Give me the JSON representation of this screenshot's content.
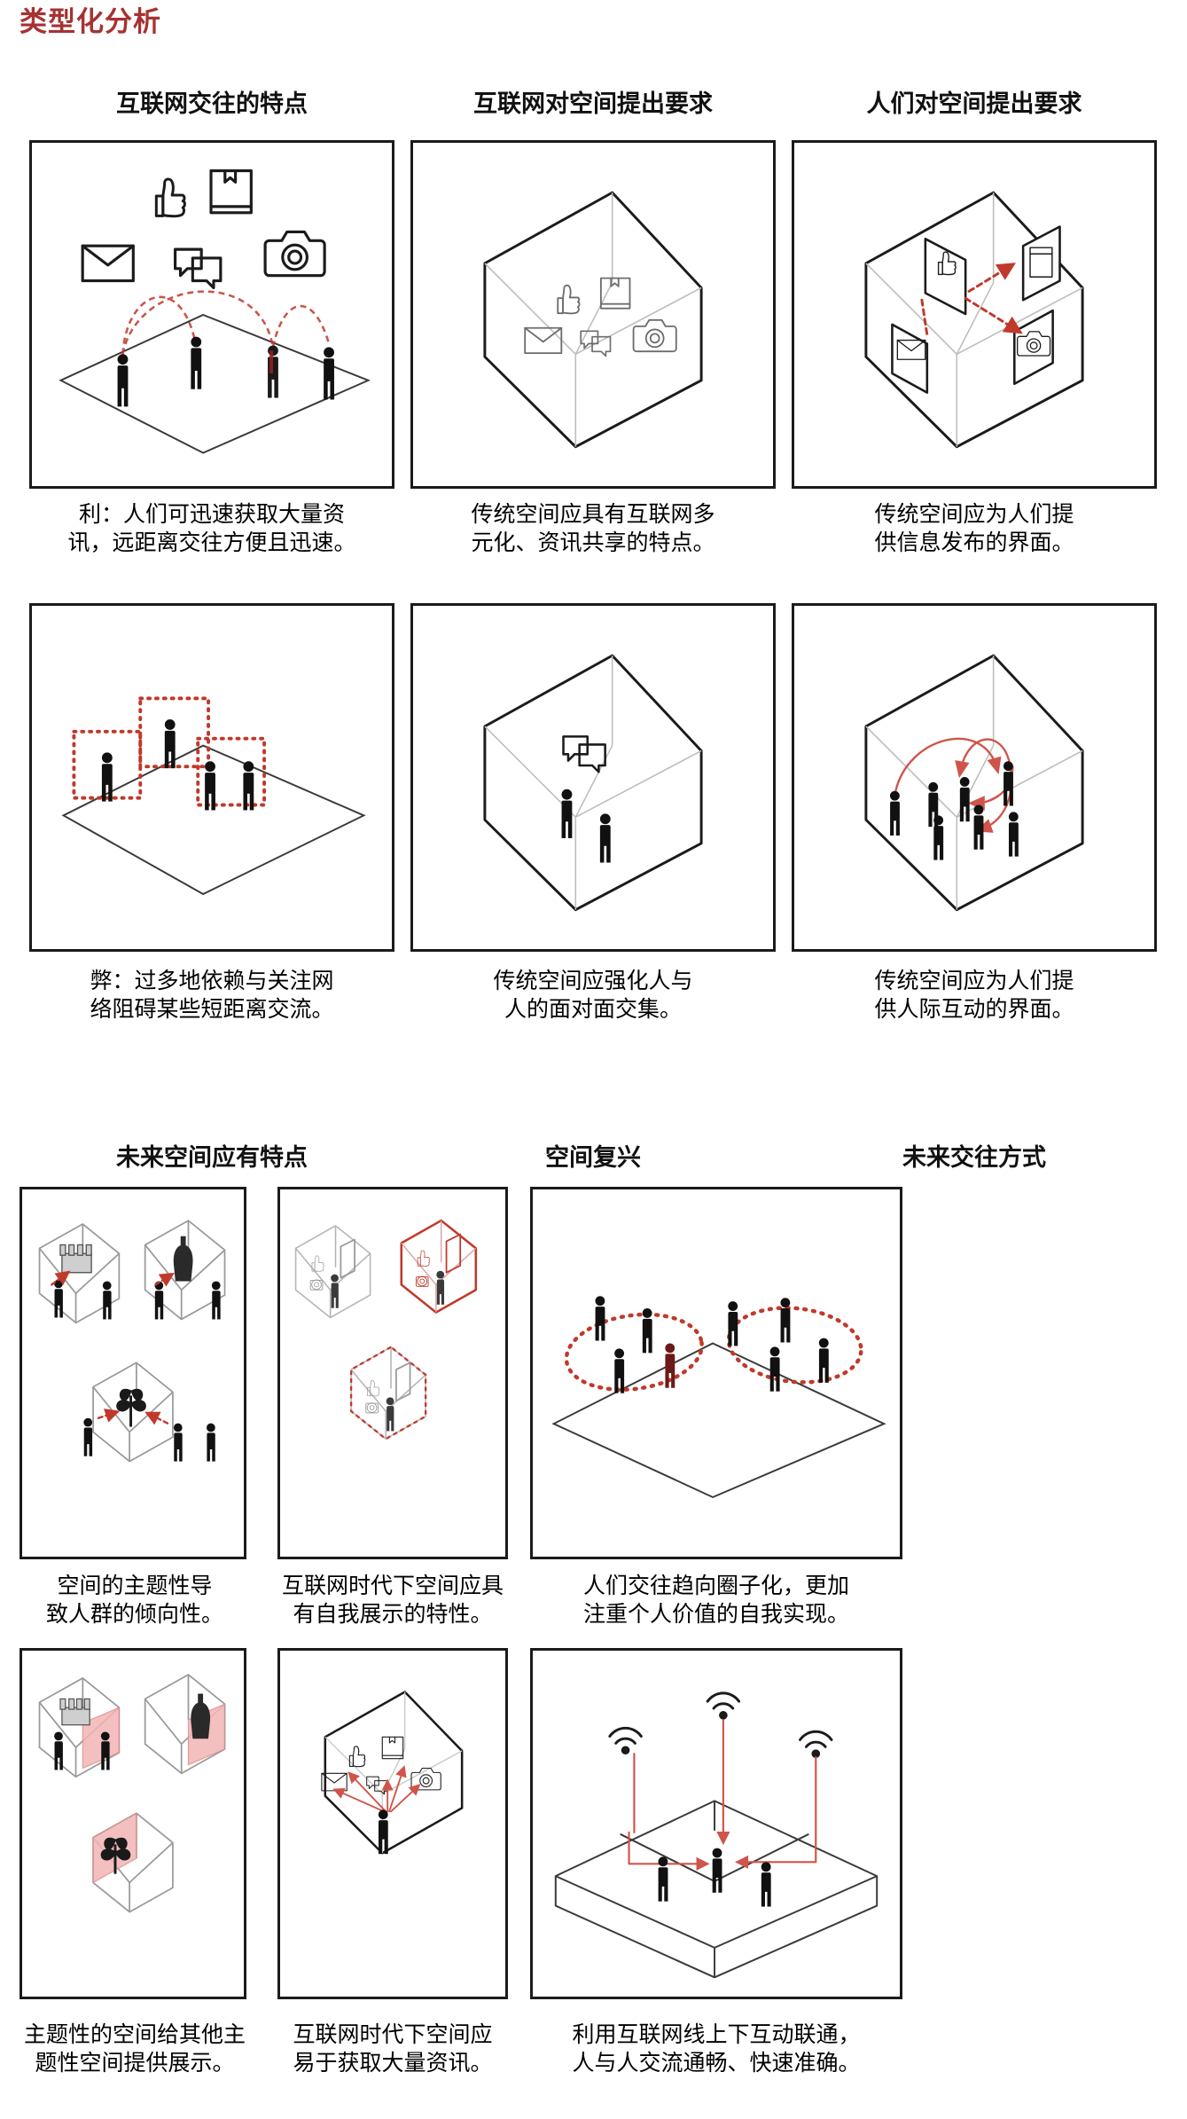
{
  "title": "类型化分析",
  "accent_color": "#a63232",
  "line_color": "#1b1b1b",
  "red_color": "#d94f4f",
  "columns": [
    {
      "header_top": "互联网交往的特点"
    },
    {
      "header_top": "互联网对空间提出要求"
    },
    {
      "header_top": "人们对空间提出要求"
    }
  ],
  "columns_lower": [
    {
      "header": "未来空间应有特点"
    },
    {
      "header": "空间复兴"
    },
    {
      "header": "未来交往方式"
    }
  ],
  "panels": [
    {
      "id": "p11",
      "diagram": "plane-people-icons-arcs",
      "icons": [
        "thumbs-up-icon",
        "book-icon",
        "envelope-icon",
        "chat-bubble-icon",
        "camera-icon"
      ],
      "caption": [
        "利：人们可迅速获取大量资",
        "讯，远距离交往方便且迅速。"
      ]
    },
    {
      "id": "p12",
      "diagram": "cube-icons",
      "icons": [
        "thumbs-up-icon",
        "book-icon",
        "envelope-icon",
        "chat-bubble-icon",
        "camera-icon"
      ],
      "caption": [
        "传统空间应具有互联网多",
        "元化、资讯共享的特点。"
      ]
    },
    {
      "id": "p13",
      "diagram": "cube-panels-arrows",
      "icons": [
        "thumbs-up-icon",
        "window-icon",
        "envelope-icon",
        "camera-icon"
      ],
      "caption": [
        "传统空间应为人们提",
        "供信息发布的界面。"
      ]
    },
    {
      "id": "p21",
      "diagram": "plane-people-dotted-boxes",
      "icons": [],
      "caption": [
        "弊：过多地依赖与关注网",
        "络阻碍某些短距离交流。"
      ]
    },
    {
      "id": "p22",
      "diagram": "cube-two-people-chat",
      "icons": [
        "chat-bubble-icon"
      ],
      "caption": [
        "传统空间应强化人与",
        "人的面对面交集。"
      ]
    },
    {
      "id": "p23",
      "diagram": "cube-people-red-arcs",
      "icons": [],
      "caption": [
        "传统空间应为人们提",
        "供人际互动的界面。"
      ]
    },
    {
      "id": "p31",
      "diagram": "three-cubes-themes",
      "icons": [
        "castle-icon",
        "mannequin-icon",
        "plant-icon"
      ],
      "caption": [
        "空间的主题性导",
        "致人群的倾向性。"
      ]
    },
    {
      "id": "p32",
      "diagram": "three-cubes-display-panels",
      "icons": [
        "thumbs-up-icon",
        "window-icon",
        "camera-icon"
      ],
      "caption": [
        "互联网时代下空间应具",
        "有自我展示的特性。"
      ]
    },
    {
      "id": "p33",
      "diagram": "plane-people-circles",
      "icons": [],
      "caption": [
        "人们交往趋向圈子化，更加",
        "注重个人价值的自我实现。"
      ]
    },
    {
      "id": "p41",
      "diagram": "three-cubes-red-surfaces",
      "icons": [
        "castle-icon",
        "mannequin-icon",
        "plant-icon"
      ],
      "caption": [
        "主题性的空间给其他主",
        "题性空间提供展示。"
      ]
    },
    {
      "id": "p42",
      "diagram": "cube-person-icon-arrows",
      "icons": [
        "thumbs-up-icon",
        "book-icon",
        "envelope-icon",
        "chat-bubble-icon",
        "camera-icon"
      ],
      "caption": [
        "互联网时代下空间应",
        "易于获取大量资讯。"
      ]
    },
    {
      "id": "p43",
      "diagram": "plane-people-wifi",
      "icons": [
        "wifi-icon",
        "wifi-icon",
        "wifi-icon"
      ],
      "caption": [
        "利用互联网线上下互动联通，",
        "人与人交流通畅、快速准确。"
      ]
    }
  ]
}
